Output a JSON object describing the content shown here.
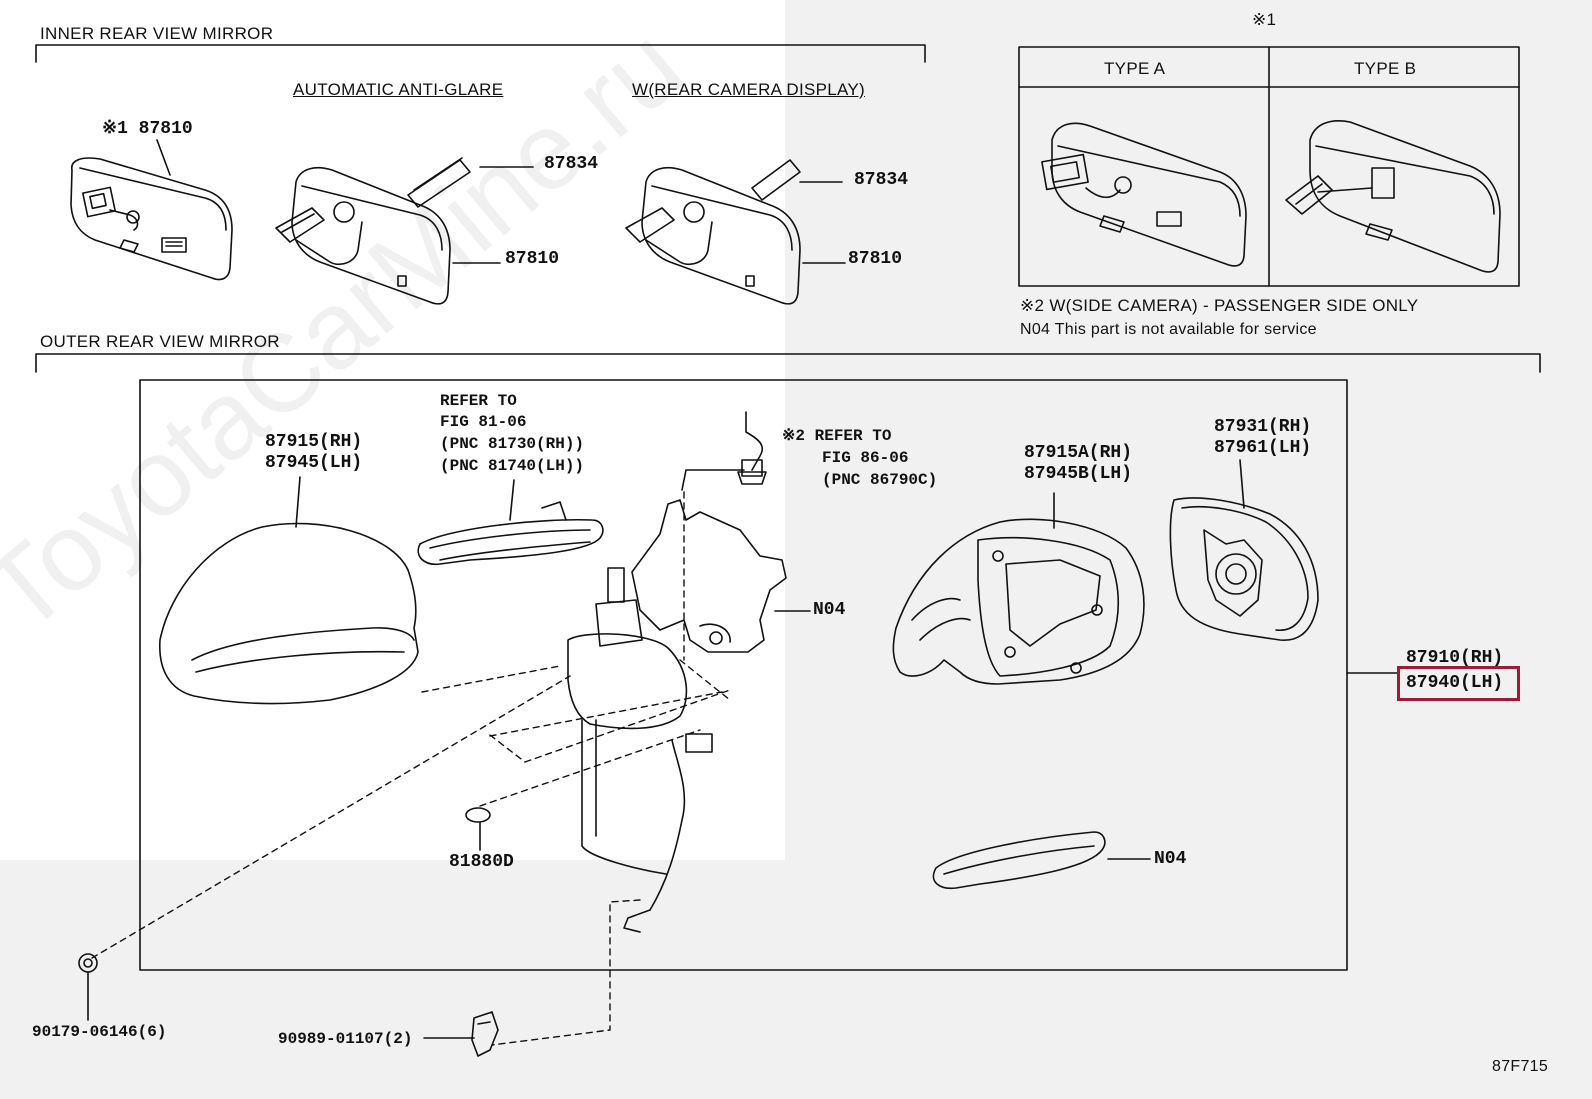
{
  "sections": {
    "inner_title": "INNER REAR VIEW MIRROR",
    "outer_title": "OUTER REAR VIEW MIRROR",
    "anti_glare": "AUTOMATIC ANTI-GLARE",
    "rear_camera": "W(REAR CAMERA DISPLAY)"
  },
  "inner_parts": {
    "mark1_87810": "※1 87810",
    "p87834_a": "87834",
    "p87810_a": "87810",
    "p87834_b": "87834",
    "p87810_b": "87810"
  },
  "type_table": {
    "mark": "※1",
    "type_a": "TYPE  A",
    "type_b": "TYPE  B"
  },
  "notes": {
    "note2": "※2 W(SIDE CAMERA) - PASSENGER SIDE ONLY",
    "note_n04": "N04 This part is not available for service"
  },
  "outer_parts": {
    "cover_rh": "87915(RH)",
    "cover_lh": "87945(LH)",
    "refer1_l1": "REFER TO",
    "refer1_l2": "FIG 81-06",
    "refer1_l3": "(PNC 81730(RH))",
    "refer1_l4": "(PNC 81740(LH))",
    "refer2_l1": "※2 REFER TO",
    "refer2_l2": "FIG 86-06",
    "refer2_l3": "(PNC 86790C)",
    "n04_a": "N04",
    "housing_rh": "87915A(RH)",
    "housing_lh": "87945B(LH)",
    "glass_rh": "87931(RH)",
    "glass_lh": "87961(LH)",
    "assy_rh": "87910(RH)",
    "assy_lh": "87940(LH)",
    "p81880d": "81880D",
    "n04_b": "N04",
    "screw": "90179-06146(6)",
    "clip": "90989-01107(2)"
  },
  "figure_code": "87F715",
  "watermark": "ToyotaCarMine.ru",
  "colors": {
    "highlight": "#9b1b3a",
    "line": "#111111"
  }
}
